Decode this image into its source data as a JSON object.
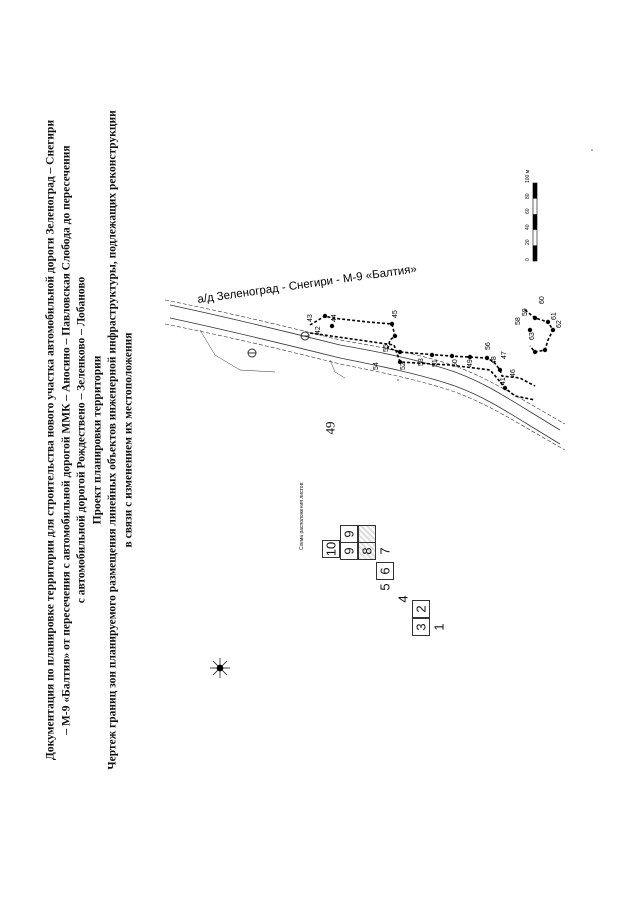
{
  "page_number": "49",
  "title_lines": [
    "Документация по планировке территории для строительства нового участка автомобильной дороги Зеленоград – Снегири",
    "– М-9 «Балтия» от пересечения с автомобильной дорогой ММК – Аносино – Павловская Слобода до пересечения",
    "с автомобильной дорогой Рождествено – Зеленково – Лобаново",
    "Проект планировки территории",
    "Чертеж границ зон планируемого размещения линейных объектов инженерной инфраструктуры, подлежащих реконструкции",
    "в связи с изменением их местоположения"
  ],
  "road_label": "а/д Зеленоград - Снегири - М-9 «Балтия»",
  "scale_bar": {
    "labels": [
      "0",
      "20",
      "40",
      "60",
      "80",
      "100 м"
    ]
  },
  "scheme": {
    "title": "Схема расположения листов:",
    "sheets": [
      "10",
      "9",
      "8",
      "7",
      "6",
      "5",
      "4",
      "3",
      "2",
      "1"
    ]
  },
  "point_labels": [
    "41",
    "42",
    "43",
    "44",
    "45",
    "46",
    "47",
    "48",
    "49",
    "50",
    "51",
    "52",
    "53",
    "54",
    "55",
    "56",
    "58",
    "59",
    "60",
    "61",
    "62",
    "63"
  ]
}
